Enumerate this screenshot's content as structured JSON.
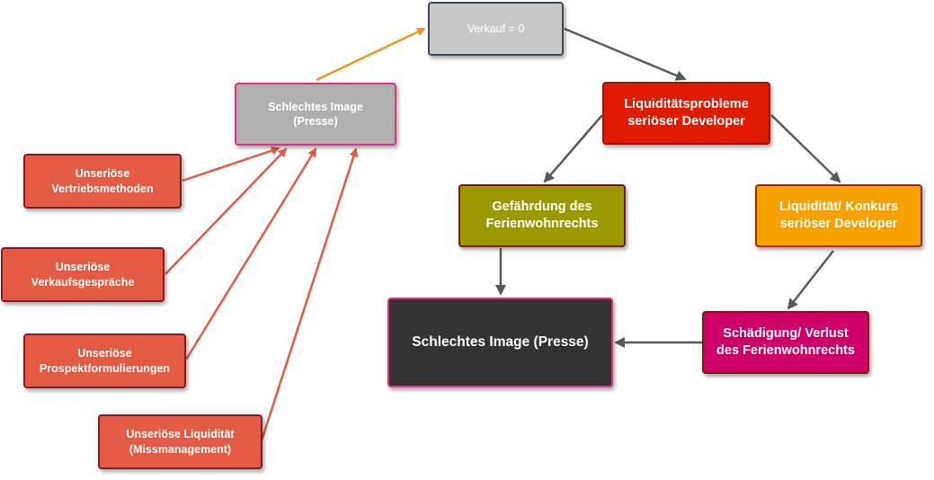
{
  "diagram": {
    "nodes": {
      "verkauf": {
        "text": "Verkauf = 0",
        "fill": "#c8c8c8",
        "stroke": "#3f4a56",
        "color": "#ffffff"
      },
      "image_top": {
        "text": "Schlechtes Image\n(Presse)",
        "fill": "#b0b0b0",
        "stroke": "#e0308a",
        "color": "#ffffff"
      },
      "vertrieb": {
        "text": "Unseriöse\nVertriebsmethoden",
        "fill": "#e35b45",
        "stroke": "#8b1a1a",
        "color": "#ffffff"
      },
      "verkaufsgespraeche": {
        "text": "Unseriöse\nVerkaufsgespräche",
        "fill": "#e35b45",
        "stroke": "#8b1a1a",
        "color": "#ffffff"
      },
      "prospekt": {
        "text": "Unseriöse\nProspektformulierungen",
        "fill": "#e35b45",
        "stroke": "#8b1a1a",
        "color": "#ffffff"
      },
      "liquiditaet_unseriös": {
        "text": "Unseriöse Liquidität\n(Missmanagement)",
        "fill": "#e35b45",
        "stroke": "#8b1a1a",
        "color": "#ffffff"
      },
      "liquiditaetsprobleme": {
        "text": "Liquiditätsprobleme\nseriöser Developer",
        "fill": "#e01b00",
        "stroke": "#8b1a1a",
        "color": "#ffffff"
      },
      "gefaehrdung": {
        "text": "Gefährdung des\nFerienwohnrechts",
        "fill": "#9a9a00",
        "stroke": "#7a1a1a",
        "color": "#ffffff"
      },
      "konkurs": {
        "text": "Liquidität/ Konkurs\nseriöser Developer",
        "fill": "#f5a200",
        "stroke": "#a02a10",
        "color": "#ffffff"
      },
      "image_bottom": {
        "text": "Schlechtes Image (Presse)",
        "fill": "#333333",
        "stroke": "#e0308a",
        "color": "#ffffff"
      },
      "schaedigung": {
        "text": "Schädigung/ Verlust\ndes Ferienwohnrechts",
        "fill": "#cc0066",
        "stroke": "#7a1a1a",
        "color": "#ffffff"
      }
    },
    "edges": [
      {
        "from": "image_top",
        "to": "verkauf",
        "color": "#f0961e"
      },
      {
        "from": "verkauf",
        "to": "liquiditaetsprobleme",
        "color": "#5a5a5a"
      },
      {
        "from": "liquiditaetsprobleme",
        "to": "gefaehrdung",
        "color": "#5a5a5a"
      },
      {
        "from": "liquiditaetsprobleme",
        "to": "konkurs",
        "color": "#5a5a5a"
      },
      {
        "from": "gefaehrdung",
        "to": "image_bottom",
        "color": "#5a5a5a"
      },
      {
        "from": "konkurs",
        "to": "schaedigung",
        "color": "#5a5a5a"
      },
      {
        "from": "schaedigung",
        "to": "image_bottom",
        "color": "#5a5a5a"
      },
      {
        "from": "vertrieb",
        "to": "image_top",
        "color": "#e35b45"
      },
      {
        "from": "verkaufsgespraeche",
        "to": "image_top",
        "color": "#e35b45"
      },
      {
        "from": "prospekt",
        "to": "image_top",
        "color": "#e35b45"
      },
      {
        "from": "liquiditaet_unseriös",
        "to": "image_top",
        "color": "#e35b45"
      }
    ]
  }
}
